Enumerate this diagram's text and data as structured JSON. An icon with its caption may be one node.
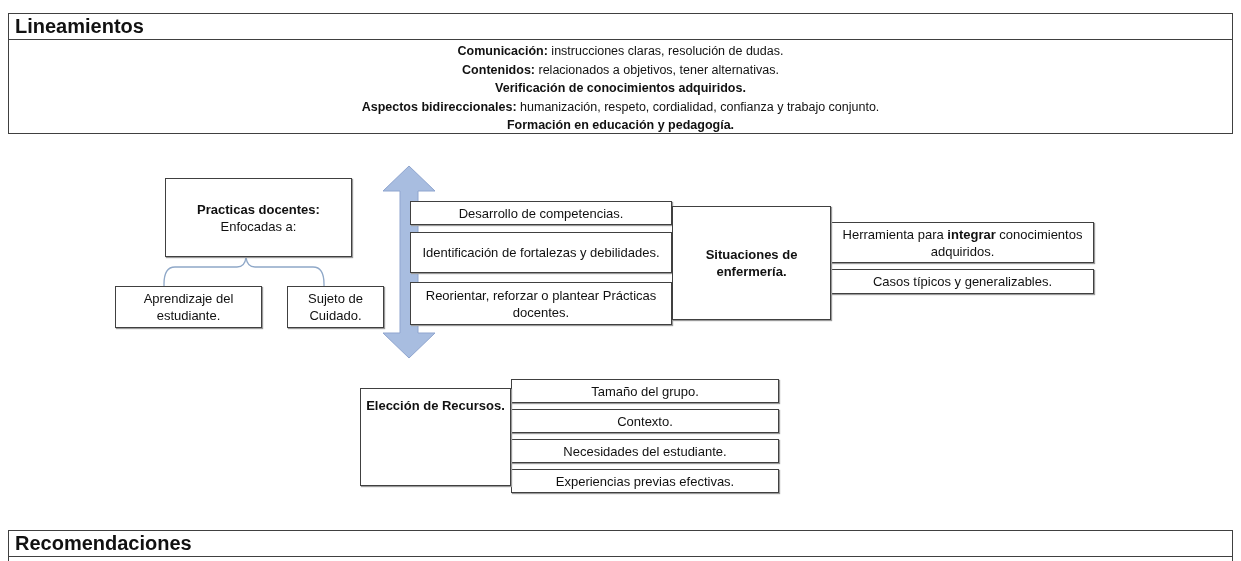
{
  "diagram": {
    "nodes": [
      {
        "text": [
          "Lineamientos",
          "**Comunicación:** instrucciones claras, resolución de dudas.",
          "**Contenidos:** relacionados a objetivos, tener alternativas.",
          "Verificación de conocimientos adquiridos.",
          "**Aspectos bidireccionales:** humanización, respeto, cordialidad, confianza y trabajo conjunto.",
          "Formación en educación y pedagogía."
        ]
      },
      {
        "text": [
          "Practicas docentes:",
          "Enfocadas a:"
        ]
      },
      {
        "text": [
          "Aprendizaje del estudiante."
        ]
      },
      {
        "text": [
          "Sujeto de Cuidado."
        ]
      },
      {
        "text": [
          "Desarrollo de competencias."
        ]
      },
      {
        "text": [
          "Identificación de fortalezas y debilidades."
        ]
      },
      {
        "text": [
          "Reorientar, reforzar o plantear Prácticas docentes."
        ]
      },
      {
        "text": [
          "Situaciones de enfermería."
        ]
      },
      {
        "text": [
          "Herramienta para **integrar** conocimientos adquiridos."
        ]
      },
      {
        "text": [
          "Casos típicos y generalizables."
        ]
      },
      {
        "text": [
          "Elección de Recursos."
        ]
      },
      {
        "text": [
          "Tamaño del grupo."
        ]
      },
      {
        "text": [
          "Contexto."
        ]
      },
      {
        "text": [
          "Necesidades del estudiante."
        ]
      },
      {
        "text": [
          "Experiencias previas efectivas."
        ]
      },
      {
        "text": [
          "Recomendaciones"
        ]
      }
    ]
  }
}
